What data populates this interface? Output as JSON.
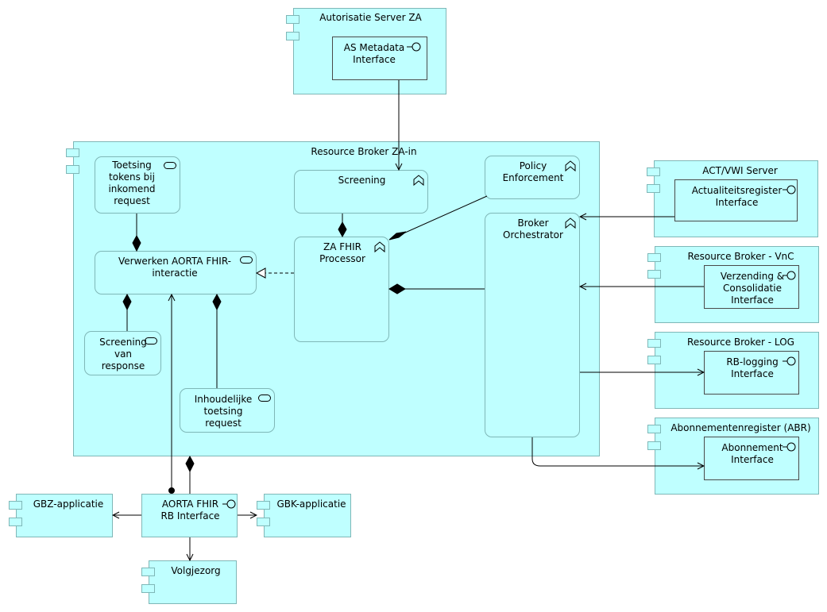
{
  "nodes": {
    "as_za": "Autorisatie Server ZA",
    "as_metadata": "AS Metadata\nInterface",
    "rb_za_in": "Resource Broker ZA-in",
    "toetsing_tokens": "Toetsing\ntokens bij\ninkomend\nrequest",
    "screening": "Screening",
    "policy": "Policy\nEnforcement",
    "verwerken": "Verwerken AORTA FHIR-\ninteractie",
    "za_fhir": "ZA FHIR\nProcessor",
    "broker_orch": "Broker\nOrchestrator",
    "screening_response": "Screening\nvan\nresponse",
    "inhoudelijke": "Inhoudelijke\ntoetsing\nrequest",
    "act_vwi": "ACT/VWI Server",
    "actualiteit": "Actualiteitsregister\nInterface",
    "rb_vnc": "Resource Broker - VnC",
    "verzending": "Verzending &\nConsolidatie\nInterface",
    "rb_log": "Resource Broker - LOG",
    "rb_logging": "RB-logging\nInterface",
    "abr": "Abonnementenregister (ABR)",
    "abonnement": "Abonnement\nInterface",
    "aorta_fhir_rb": "AORTA FHIR\nRB Interface",
    "gbz": "GBZ-applicatie",
    "gbk": "GBK-applicatie",
    "volgjezorg": "Volgjezorg"
  },
  "colors": {
    "fill": "#bfffff",
    "border": "#7fb7b7",
    "line": "#000000"
  }
}
